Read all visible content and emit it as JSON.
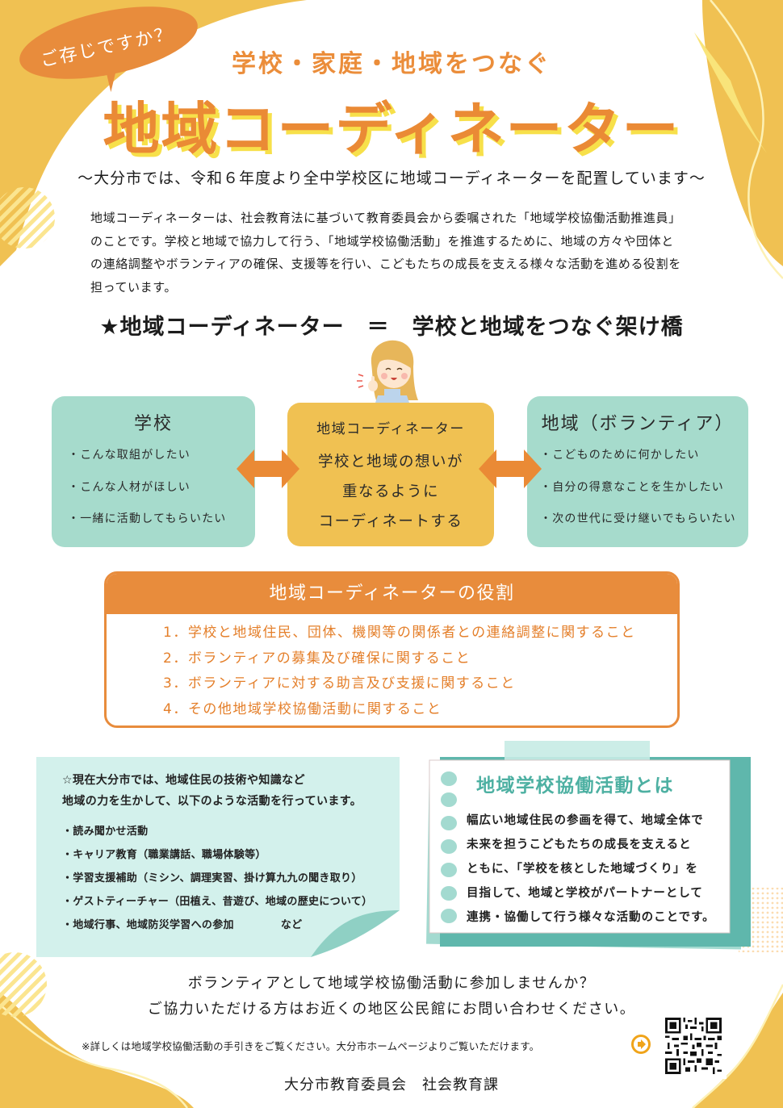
{
  "colors": {
    "orange": "#e88c3c",
    "title_orange": "#ea8a35",
    "title_shadow_yellow": "#f7e04a",
    "mustard": "#f0c152",
    "mint": "#a6dbcc",
    "mint_light": "#d3f1ec",
    "teal": "#4db0a2",
    "bg_yellow": "#f0c152",
    "bg_yellow_light": "#f9e47a"
  },
  "header": {
    "bubble": "ご存じですか？",
    "subtitle": "学校・家庭・地域をつなぐ",
    "title": "地域コーディネーター",
    "tagline": "～大分市では、令和６年度より全中学校区に地域コーディネーターを配置しています～"
  },
  "intro": {
    "lines": [
      "地域コーディネーターは、社会教育法に基づいて教育委員会から委嘱された「地域学校協働活動推進員」",
      "のことです。学校と地域で協力して行う、「地域学校協働活動」を推進するために、地域の方々や団体と",
      "の連絡調整やボランティアの確保、支援等を行い、こどもたちの成長を支える様々な活動を進める役割を",
      "担っています。"
    ]
  },
  "bridge_heading": "★地域コーディネーター　＝　学校と地域をつなぐ架け橋",
  "diagram": {
    "school": {
      "title": "学校",
      "items": [
        "・こんな取組がしたい",
        "・こんな人材がほしい",
        "・一緒に活動してもらいたい"
      ]
    },
    "coordinator": {
      "title": "地域コーディネーター",
      "lines": [
        "学校と地域の想いが",
        "重なるように",
        "コーディネートする"
      ]
    },
    "community": {
      "title": "地域（ボランティア）",
      "items": [
        "・こどものために何かしたい",
        "・自分の得意なことを生かしたい",
        "・次の世代に受け継いでもらいたい"
      ]
    },
    "icons": {
      "arrows": "double-arrow-icon",
      "character": "coordinator-woman-illustration"
    }
  },
  "roles": {
    "title": "地域コーディネーターの役割",
    "items": [
      "1．学校と地域住民、団体、機関等の関係者との連絡調整に関すること",
      "2．ボランティアの募集及び確保に関すること",
      "3．ボランティアに対する助言及び支援に関すること",
      "4．その他地域学校協働活動に関すること"
    ]
  },
  "activities": {
    "intro_lines": [
      "☆現在大分市では、地域住民の技術や知識など",
      "地域の力を生かして、以下のような活動を行っています。"
    ],
    "items": [
      "・読み聞かせ活動",
      "・キャリア教育（職業講話、職場体験等）",
      "・学習支援補助（ミシン、調理実習、掛け算九九の聞き取り）",
      "・ゲストティーチャー（田植え、昔遊び、地域の歴史について）",
      "・地域行事、地域防災学習への参加"
    ],
    "etc": "など"
  },
  "kyodo": {
    "title": "地域学校協働活動とは",
    "lines": [
      "幅広い地域住民の参画を得て、地域全体で",
      "未来を担うこどもたちの成長を支えると",
      "ともに、「学校を核とした地域づくり」を",
      "目指して、地域と学校がパートナーとして",
      "連携・協働して行う様々な活動のことです。"
    ]
  },
  "footer": {
    "cta_lines": [
      "ボランティアとして地域学校協働活動に参加しませんか？",
      "ご協力いただける方はお近くの地区公民館にお問い合わせください。"
    ],
    "note": "※詳しくは地域学校協働活動の手引きをご覧ください。大分市ホームページよりご覧いただけます。",
    "link_icon": "arrow-right-circle-icon",
    "qr": "qr-code",
    "organization": "大分市教育委員会　社会教育課"
  }
}
